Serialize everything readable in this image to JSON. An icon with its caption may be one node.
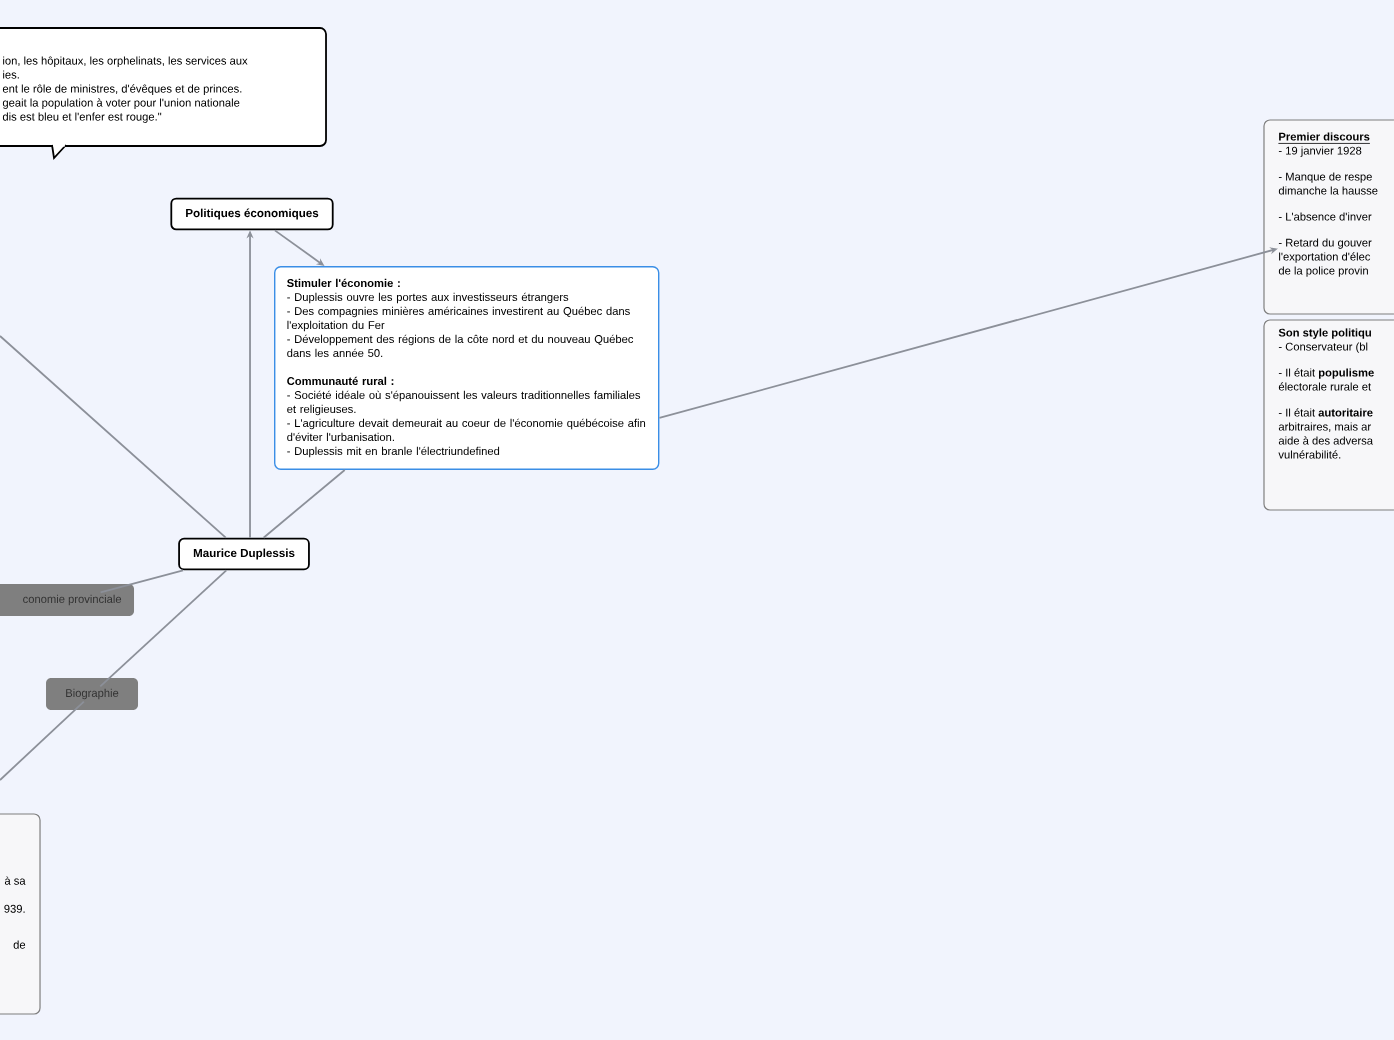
{
  "diagram": {
    "nodes": [
      {
        "text": [
          "ion, les hôpitaux, les orphelinats, les services aux",
          "ies.",
          "ent le rôle de ministres, d'évêques et de princes.",
          "geait la population à voter pour l'union nationale",
          "dis est bleu et l'enfer est rouge.\""
        ]
      },
      {
        "text": [
          "Politiques économiques"
        ]
      },
      {
        "text": [
          "Stimuler l'économie :",
          "- Duplessis ouvre les portes aux investisseurs étrangers",
          "- Des compagnies minières américaines investirent au Québec dans l'exploitation du Fer",
          "- Développement des régions de la côte nord et du nouveau Québec dans les année 50.",
          "Communauté rural :",
          "- Société idéale où s'épanouissent les valeurs traditionnelles familiales et religieuses.",
          "- L'agriculture devait demeurait au coeur de l'économie québécoise afin d'éviter l'urbanisation.",
          "- Duplessis mit en branle l'électriundefined"
        ]
      },
      {
        "text": [
          "Maurice Duplessis"
        ]
      },
      {
        "text": [
          "conomie provinciale"
        ]
      },
      {
        "text": [
          "Biographie"
        ]
      },
      {
        "text": [
          "Premier discours",
          "- 19 janvier 1928",
          "- Manque de respe",
          "dimanche la hausse",
          "- L'absence d'inver",
          "- Retard du gouver",
          "l'exportation d'élec",
          "de la police provin"
        ]
      },
      {
        "text": [
          "Son style politiqu",
          "- Conservateur (bl",
          "- Il était **populisme**",
          "électorale rurale et",
          "- Il était **autoritaire**",
          "arbitraires, mais ar",
          "aide à des adversa",
          "vulnérabilité."
        ]
      },
      {
        "text": [
          "à sa",
          "939.",
          "de"
        ]
      }
    ],
    "edges": [
      {
        "from": 3,
        "to": 1,
        "arrow": "to"
      },
      {
        "from": 1,
        "to": 2,
        "arrow": "to"
      },
      {
        "from": 3,
        "to": 2,
        "arrow": "none"
      },
      {
        "from": 2,
        "to": 6,
        "arrow": "to"
      },
      {
        "from": 3,
        "to": 4,
        "arrow": "none"
      },
      {
        "from": 3,
        "to": 5,
        "arrow": "none"
      },
      {
        "from": 3,
        "to": null,
        "arrow": "none"
      },
      {
        "from": 5,
        "to": null,
        "arrow": "none"
      }
    ]
  }
}
